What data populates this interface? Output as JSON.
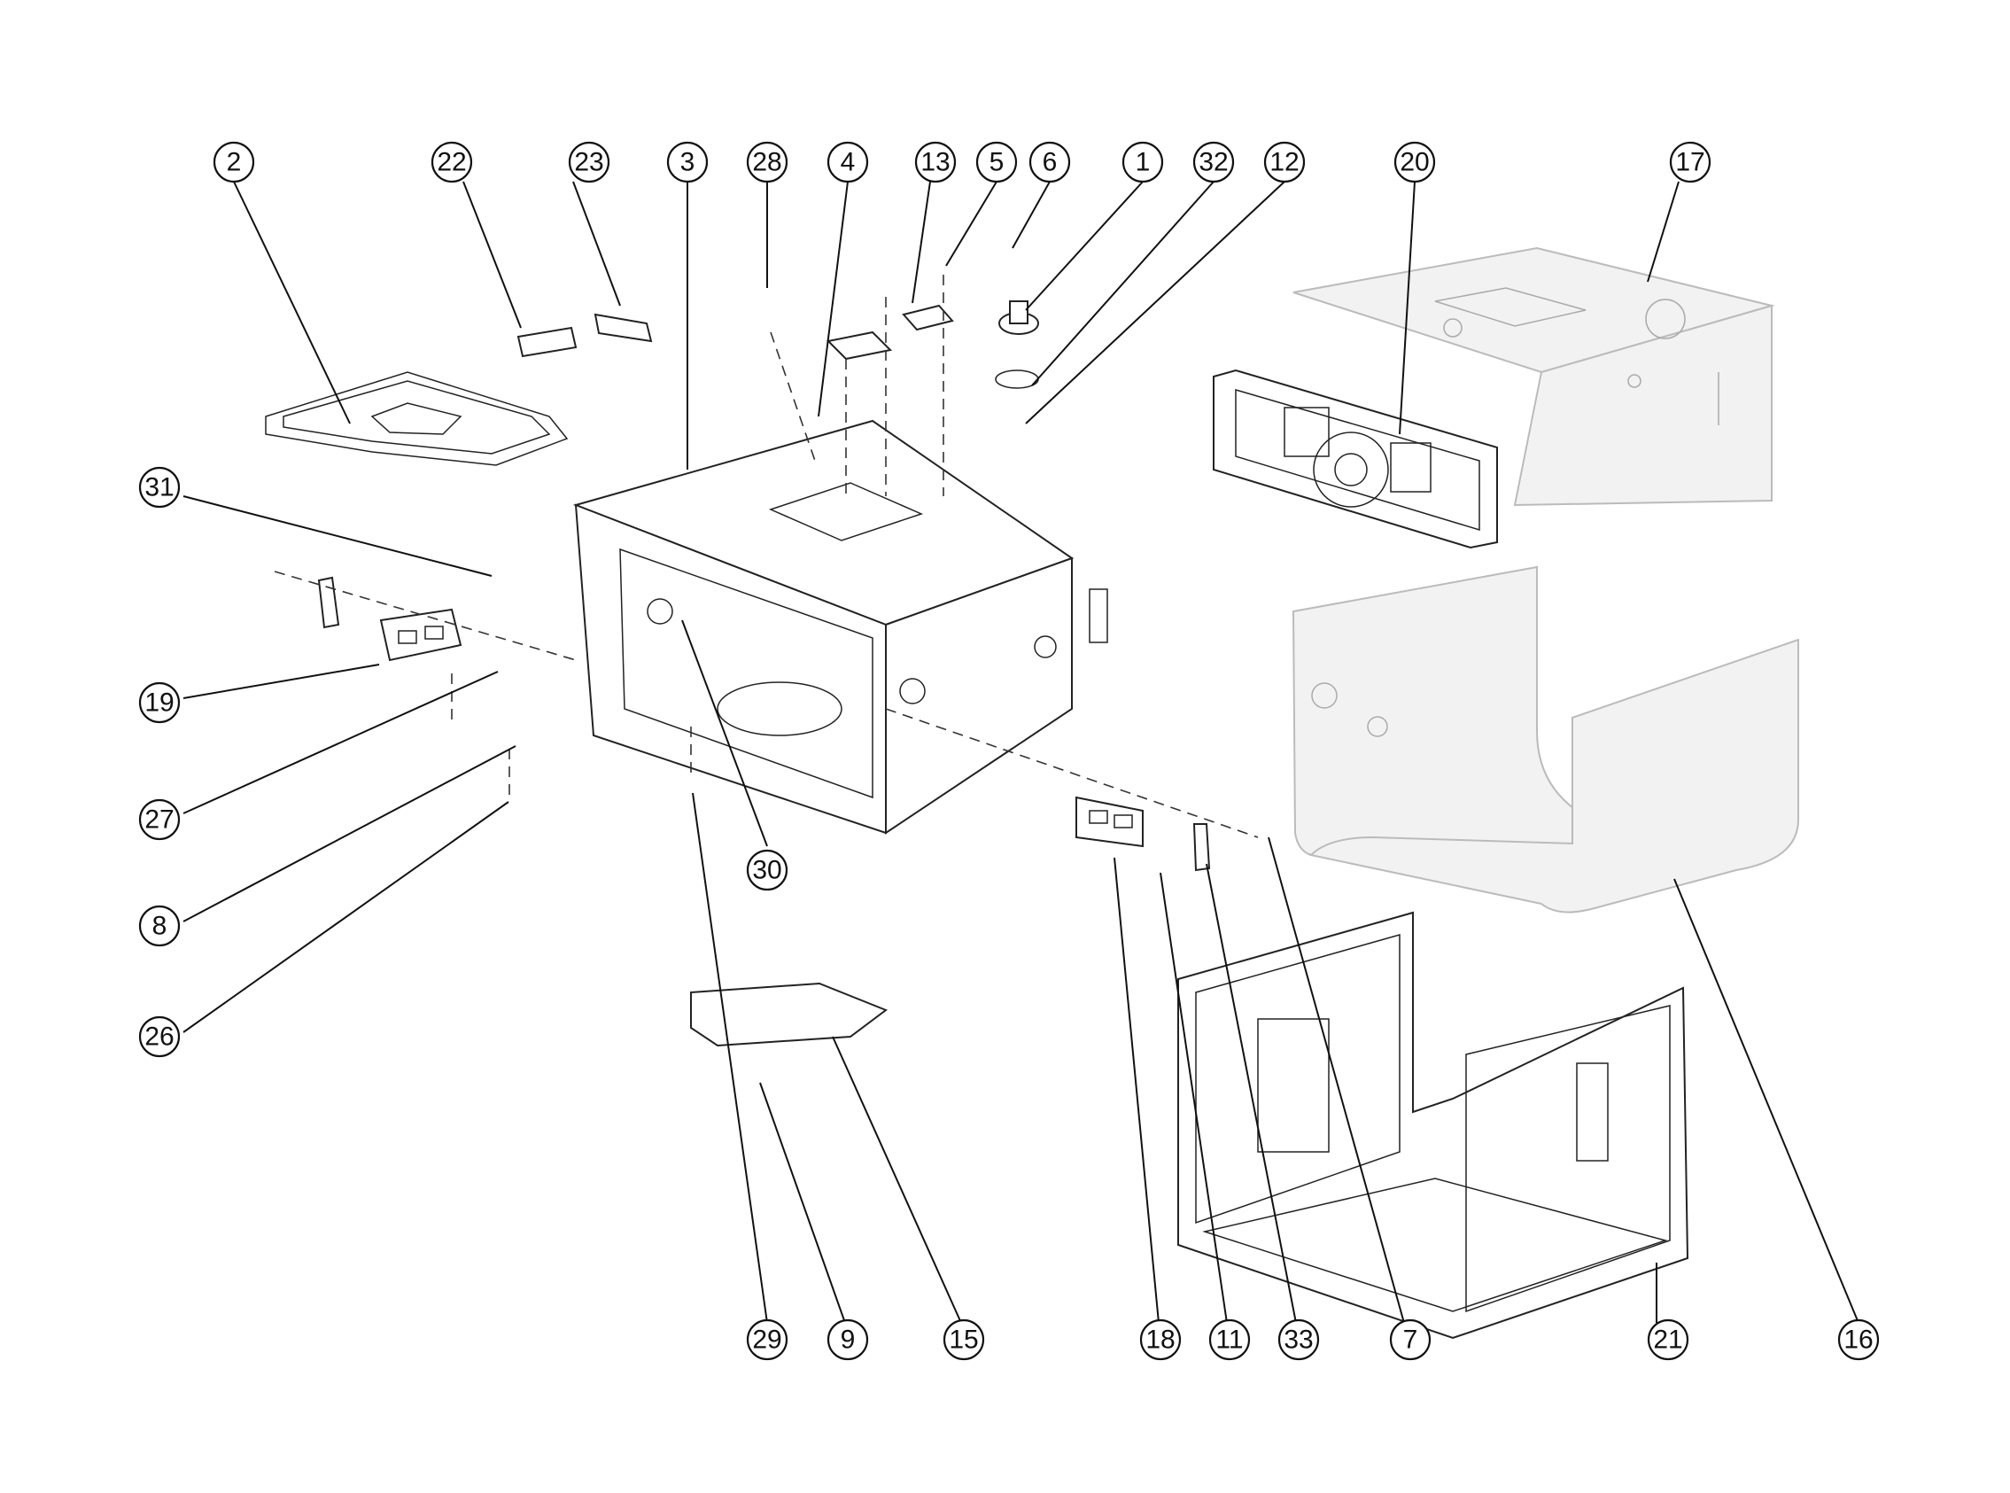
{
  "callouts": [
    {
      "id": "c2",
      "label": "2"
    },
    {
      "id": "c22",
      "label": "22"
    },
    {
      "id": "c23",
      "label": "23"
    },
    {
      "id": "c3",
      "label": "3"
    },
    {
      "id": "c28",
      "label": "28"
    },
    {
      "id": "c4",
      "label": "4"
    },
    {
      "id": "c13",
      "label": "13"
    },
    {
      "id": "c5",
      "label": "5"
    },
    {
      "id": "c6",
      "label": "6"
    },
    {
      "id": "c1",
      "label": "1"
    },
    {
      "id": "c32",
      "label": "32"
    },
    {
      "id": "c12",
      "label": "12"
    },
    {
      "id": "c20",
      "label": "20"
    },
    {
      "id": "c17",
      "label": "17"
    },
    {
      "id": "c31",
      "label": "31"
    },
    {
      "id": "c19",
      "label": "19"
    },
    {
      "id": "c27",
      "label": "27"
    },
    {
      "id": "c8",
      "label": "8"
    },
    {
      "id": "c26",
      "label": "26"
    },
    {
      "id": "c30",
      "label": "30"
    },
    {
      "id": "c29",
      "label": "29"
    },
    {
      "id": "c9",
      "label": "9"
    },
    {
      "id": "c15",
      "label": "15"
    },
    {
      "id": "c18",
      "label": "18"
    },
    {
      "id": "c11",
      "label": "11"
    },
    {
      "id": "c33",
      "label": "33"
    },
    {
      "id": "c7",
      "label": "7"
    },
    {
      "id": "c21",
      "label": "21"
    },
    {
      "id": "c16",
      "label": "16"
    }
  ]
}
